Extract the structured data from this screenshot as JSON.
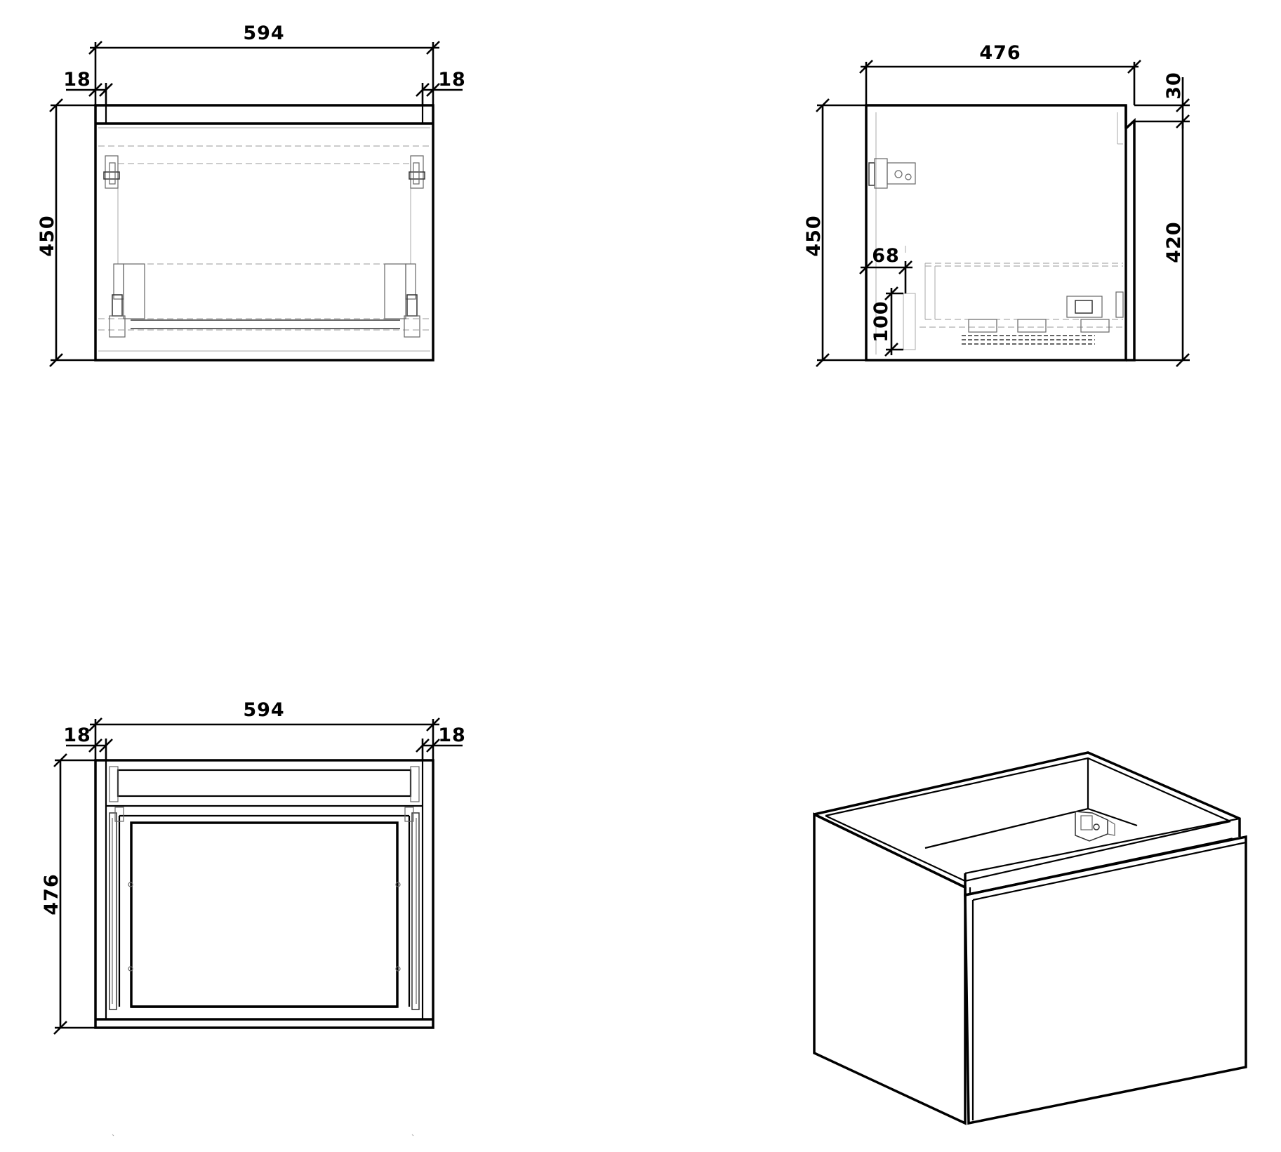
{
  "front_view": {
    "width": "594",
    "side_left": "18",
    "side_right": "18",
    "height": "450"
  },
  "side_view": {
    "depth": "476",
    "height": "450",
    "top_gap": "30",
    "front_height": "420",
    "offset_x": "68",
    "offset_y": "100"
  },
  "top_view": {
    "width": "594",
    "side_left": "18",
    "side_right": "18",
    "depth": "476"
  }
}
